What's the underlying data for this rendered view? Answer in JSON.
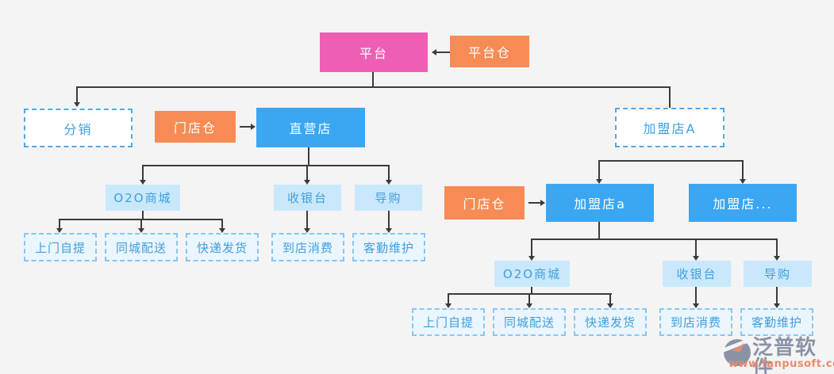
{
  "colors": {
    "bg": "#f4f4f5",
    "line": "#3b3b3b",
    "pink": "#ec5fb5",
    "orange": "#f88b55",
    "blue": "#3ba6f2",
    "lightblue": "#c9e8fc",
    "bluetext": "#3f9fe0",
    "dashborder": "#52a8ec",
    "dashlightborder": "#8ac6f1",
    "dashbg": "#eaf5fe",
    "white": "#ffffff",
    "logogrey": "#8a93a6",
    "logoorange": "#e98b6e"
  },
  "nodes": {
    "platform": "平台",
    "platform_warehouse": "平台仓",
    "distribution": "分销",
    "store_warehouse_left": "门店仓",
    "direct_store": "直营店",
    "franchise_store_A": "加盟店A",
    "left_o2o_mall": "O2O商城",
    "left_cashier": "收银台",
    "left_guide": "导购",
    "left_pickup": "上门自提",
    "left_city_delivery": "同城配送",
    "left_express": "快递发货",
    "left_instore_consume": "到店消费",
    "left_customer_care": "客勤维护",
    "store_warehouse_right": "门店仓",
    "franchise_store_a": "加盟店a",
    "franchise_store_more": "加盟店...",
    "right_o2o_mall": "O2O商城",
    "right_cashier": "收银台",
    "right_guide": "导购",
    "right_pickup": "上门自提",
    "right_city_delivery": "同城配送",
    "right_express": "快递发货",
    "right_instore_consume": "到店消费",
    "right_customer_care": "客勤维护"
  },
  "edges": [
    {
      "from": "platform_warehouse",
      "to": "platform"
    },
    {
      "from": "platform",
      "to": "distribution"
    },
    {
      "from": "platform",
      "to": "franchise_store_A"
    },
    {
      "from": "store_warehouse_left",
      "to": "direct_store"
    },
    {
      "from": "direct_store",
      "to": "left_o2o_mall"
    },
    {
      "from": "direct_store",
      "to": "left_cashier"
    },
    {
      "from": "direct_store",
      "to": "left_guide"
    },
    {
      "from": "left_o2o_mall",
      "to": "left_pickup"
    },
    {
      "from": "left_o2o_mall",
      "to": "left_city_delivery"
    },
    {
      "from": "left_o2o_mall",
      "to": "left_express"
    },
    {
      "from": "left_cashier",
      "to": "left_instore_consume"
    },
    {
      "from": "left_guide",
      "to": "left_customer_care"
    },
    {
      "from": "franchise_store_A",
      "to": "franchise_store_a"
    },
    {
      "from": "franchise_store_A",
      "to": "franchise_store_more"
    },
    {
      "from": "store_warehouse_right",
      "to": "franchise_store_a"
    },
    {
      "from": "franchise_store_a",
      "to": "right_o2o_mall"
    },
    {
      "from": "franchise_store_a",
      "to": "right_cashier"
    },
    {
      "from": "franchise_store_a",
      "to": "right_guide"
    },
    {
      "from": "right_o2o_mall",
      "to": "right_pickup"
    },
    {
      "from": "right_o2o_mall",
      "to": "right_city_delivery"
    },
    {
      "from": "right_o2o_mall",
      "to": "right_express"
    },
    {
      "from": "right_cashier",
      "to": "right_instore_consume"
    },
    {
      "from": "right_guide",
      "to": "right_customer_care"
    }
  ],
  "watermark": {
    "brand": "泛普软件",
    "url": "www.fanpusoft.com"
  }
}
